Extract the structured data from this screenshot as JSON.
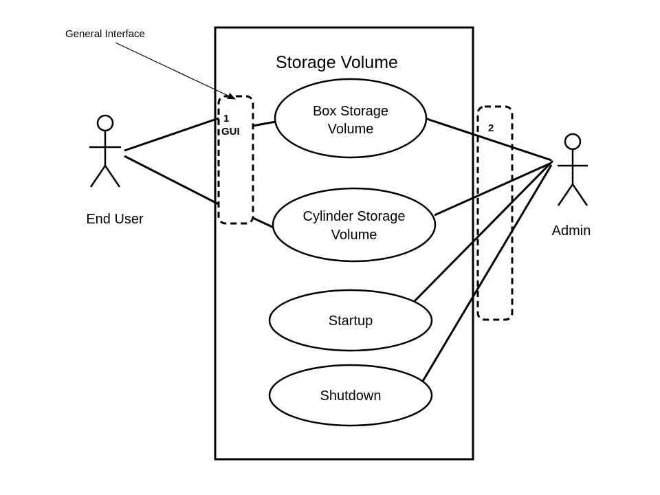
{
  "diagram": {
    "title": "Storage Volume",
    "annotation": "General Interface",
    "actors": [
      {
        "name": "End User"
      },
      {
        "name": "Admin"
      }
    ],
    "interfaces": [
      {
        "number": "1",
        "label": "GUI"
      },
      {
        "number": "2",
        "label": ""
      }
    ],
    "usecases": [
      {
        "line1": "Box Storage",
        "line2": "Volume"
      },
      {
        "line1": "Cylinder Storage",
        "line2": "Volume"
      },
      {
        "line1": "Startup",
        "line2": ""
      },
      {
        "line1": "Shutdown",
        "line2": ""
      }
    ],
    "colors": {
      "stroke": "#000000",
      "background": "#ffffff"
    }
  }
}
